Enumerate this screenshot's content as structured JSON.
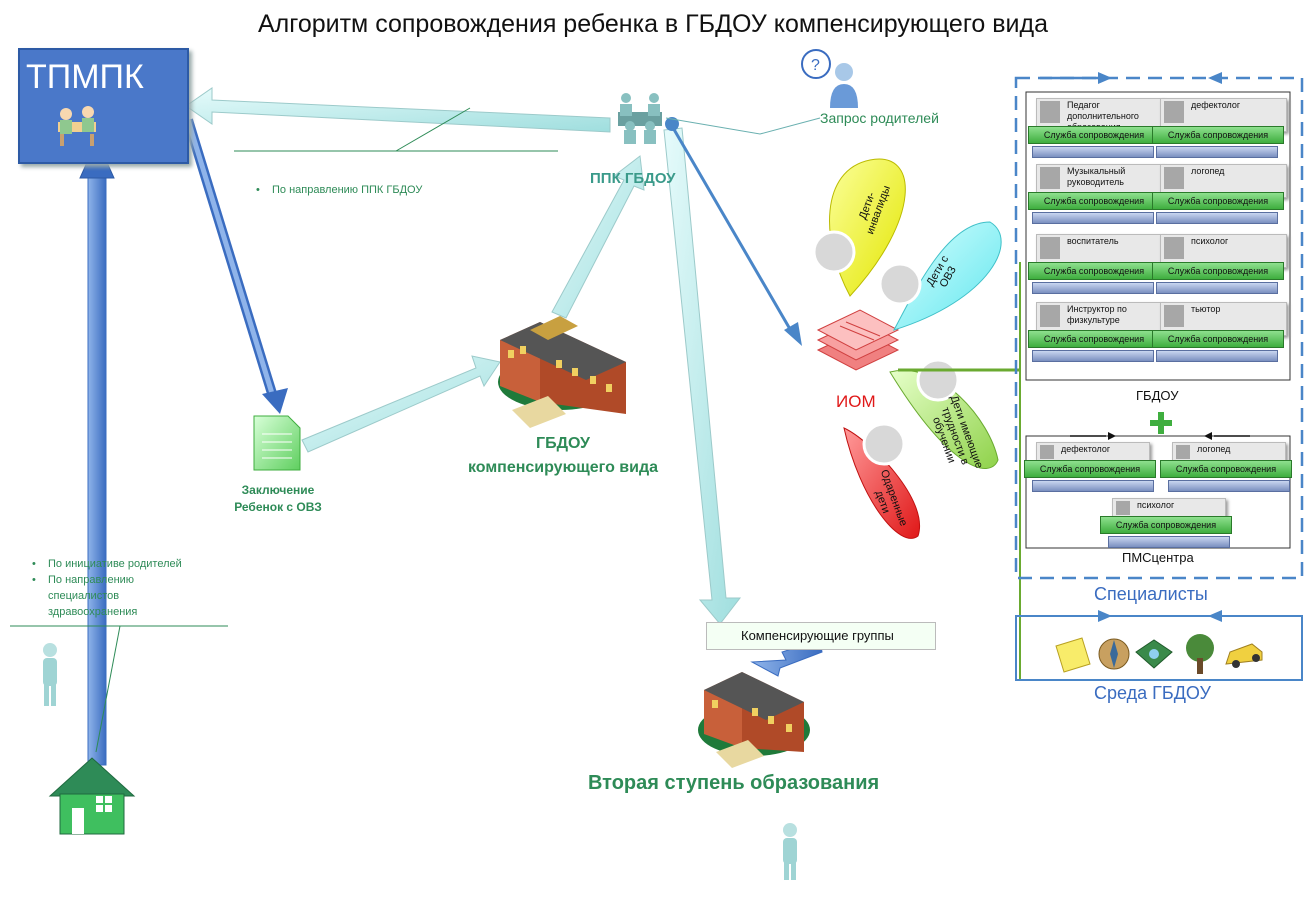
{
  "title": "Алгоритм сопровождения ребенка в ГБДОУ компенсирующего вида",
  "tpmpk": "ТПМПК",
  "ppk": "ППК ГБДОУ",
  "parent_request": "Запрос родителей",
  "ppk_direction_note": "По направлению ППК ГБДОУ",
  "left_notes": [
    "По инициативе родителей",
    "По направлению специалистов здравоохранения"
  ],
  "conclusion": [
    "Заключение",
    "Ребенок с ОВЗ"
  ],
  "gbdou_comp": [
    "ГБДОУ",
    "компенсирующего вида"
  ],
  "iom": "ИОМ",
  "comp_groups": "Компенсирующие группы",
  "second_stage": "Вторая ступень образования",
  "petals": {
    "disabled": "Дети-инвалиды",
    "ovz": "Дети с ОВЗ",
    "learning": "Дети имеющие трудности в обучении",
    "gifted": "Одаренные дети"
  },
  "gbdou_specialists": {
    "label": "ГБДОУ",
    "service": "Служба сопровождения",
    "rows": [
      [
        "Педагог дополнительного образования",
        "дефектолог"
      ],
      [
        "Музыкальный руководитель",
        "логопед"
      ],
      [
        "воспитатель",
        "психолог"
      ],
      [
        "Инструктор по физкультуре",
        "тьютор"
      ]
    ]
  },
  "pms": {
    "label": "ПМСцентра",
    "service": "Служба сопровождения",
    "items": [
      "дефектолог",
      "логопед",
      "психолог"
    ]
  },
  "plus": "+",
  "specialists_label": "Специалисты",
  "environment_label": "Среда ГБДОУ",
  "colors": {
    "blue": "#4a78c9",
    "green": "#2e8b57",
    "light_cyan": "#bff0f0"
  }
}
